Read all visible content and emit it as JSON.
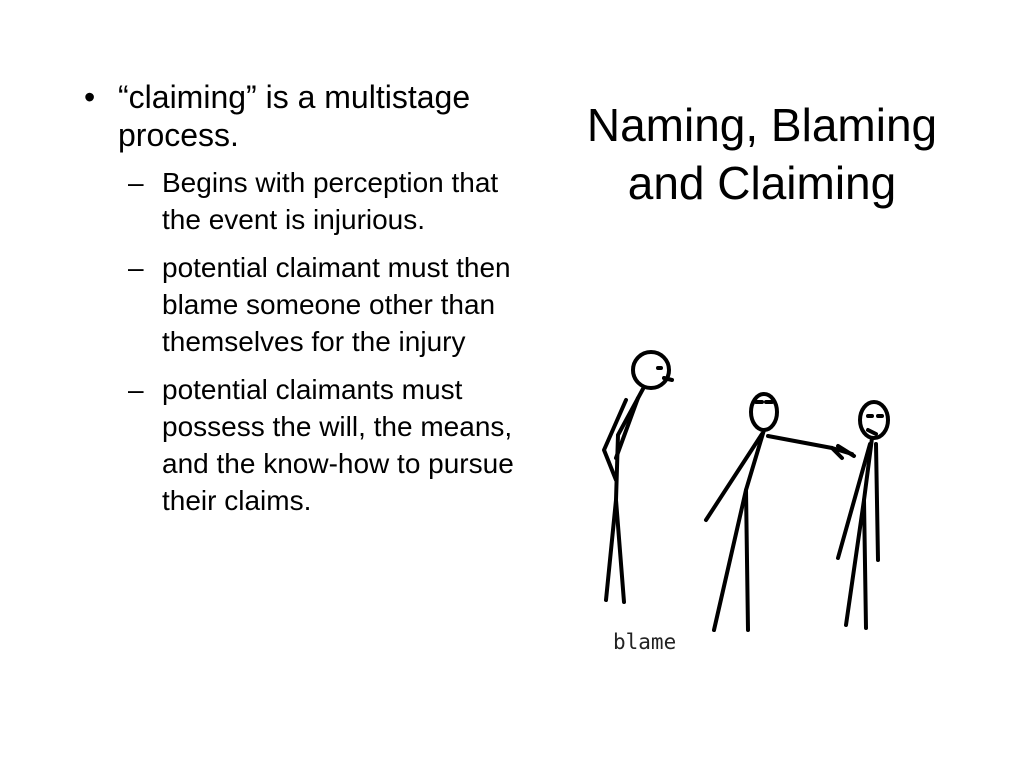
{
  "slide": {
    "title": "Naming, Blaming and Claiming",
    "main_bullet": {
      "marker": "•",
      "text": "“claiming” is a multistage process."
    },
    "sub_marker": "–",
    "sub_bullets": [
      "Begins with perception that the event is injurious.",
      "potential claimant must then blame someone other than themselves for the injury",
      "potential claimants must possess the will, the means, and the know-how to pursue their claims."
    ],
    "image": {
      "icon": "stick-figures-blame-icon",
      "caption": "blame"
    }
  }
}
